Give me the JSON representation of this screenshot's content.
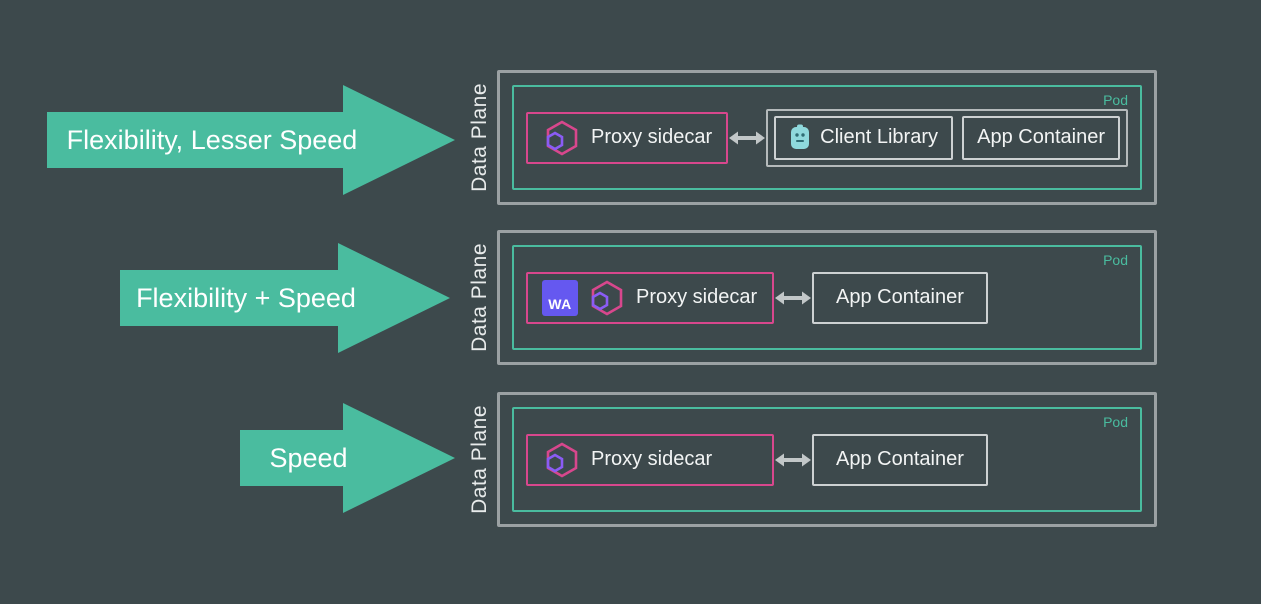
{
  "colors": {
    "background": "#3d494c",
    "teal": "#4abc9f",
    "pink": "#d8478d",
    "purple": "#8a5cf5",
    "wasm_purple": "#6558f0",
    "outer_border": "#9ba1a3",
    "box_border": "#cdd1d2",
    "arrow_gray": "#c2c7c8",
    "text": "#f2f4f4",
    "client_icon_cyan": "#8fd9dc"
  },
  "labels": {
    "data_plane": "Data Plane",
    "pod": "Pod",
    "proxy_sidecar": "Proxy sidecar",
    "app_container": "App Container",
    "client_library": "Client Library",
    "wasm_badge": "WA"
  },
  "rows": [
    {
      "arrow_label": "Flexibility, Lesser Speed"
    },
    {
      "arrow_label": "Flexibility + Speed"
    },
    {
      "arrow_label": "Speed"
    }
  ]
}
